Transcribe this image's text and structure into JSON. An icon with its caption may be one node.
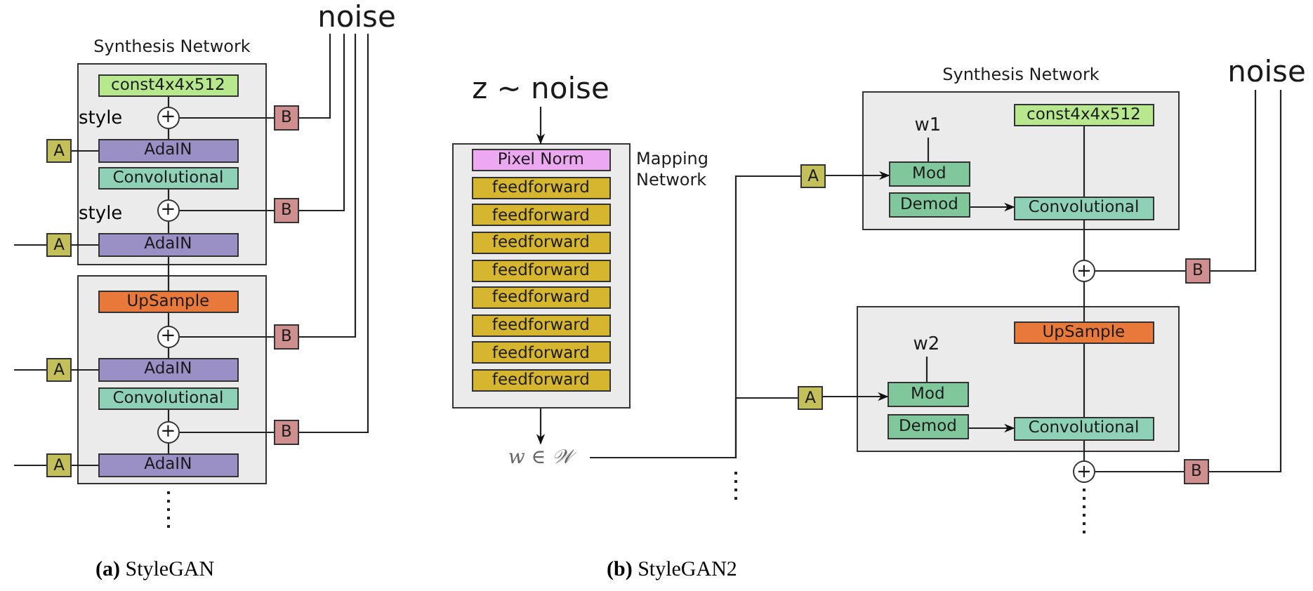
{
  "diagram": {
    "nodes": [
      {
        "text": [
          "noise"
        ]
      },
      {
        "text": [
          "Synthesis Network"
        ]
      },
      {
        "text": [
          "const4x4x512"
        ],
        "in": 1
      },
      {
        "text": [
          "+"
        ],
        "in": 1
      },
      {
        "text": [
          "B"
        ]
      },
      {
        "text": [
          "AdaIN"
        ],
        "in": 1
      },
      {
        "text": [
          "A"
        ]
      },
      {
        "text": [
          "Convolutional"
        ],
        "in": 1
      },
      {
        "text": [
          "+"
        ],
        "in": 1
      },
      {
        "text": [
          "B"
        ]
      },
      {
        "text": [
          "A"
        ]
      },
      {
        "text": [
          "AdaIN"
        ],
        "in": 1
      },
      {
        "text": [],
        "shape": "box"
      },
      {
        "text": [
          "UpSample"
        ],
        "in": 12
      },
      {
        "text": [
          "+"
        ],
        "in": 12
      },
      {
        "text": [
          "B"
        ]
      },
      {
        "text": [
          "A"
        ]
      },
      {
        "text": [
          "AdaIN"
        ],
        "in": 12
      },
      {
        "text": [
          "Convolutional"
        ],
        "in": 12
      },
      {
        "text": [
          "+"
        ],
        "in": 12
      },
      {
        "text": [
          "B"
        ]
      },
      {
        "text": [
          "A"
        ]
      },
      {
        "text": [
          "AdaIN"
        ],
        "in": 12
      },
      {
        "text": [
          "z ~ noise"
        ]
      },
      {
        "text": [
          "Mapping Network"
        ]
      },
      {
        "text": [
          "Pixel Norm"
        ],
        "in": 24
      },
      {
        "text": [
          "feedforward"
        ],
        "in": 24
      },
      {
        "text": [
          "feedforward"
        ],
        "in": 24
      },
      {
        "text": [
          "feedforward"
        ],
        "in": 24
      },
      {
        "text": [
          "feedforward"
        ],
        "in": 24
      },
      {
        "text": [
          "feedforward"
        ],
        "in": 24
      },
      {
        "text": [
          "feedforward"
        ],
        "in": 24
      },
      {
        "text": [
          "feedforward"
        ],
        "in": 24
      },
      {
        "text": [
          "feedforward"
        ],
        "in": 24
      },
      {
        "text": [
          "w ∈ 𝒲"
        ]
      },
      {
        "text": [
          "Synthesis Network"
        ]
      },
      {
        "text": [
          "const4x4x512"
        ],
        "in": 35
      },
      {
        "text": [
          "w1"
        ],
        "in": 35
      },
      {
        "text": [
          "Mod"
        ],
        "in": 35
      },
      {
        "text": [
          "A"
        ]
      },
      {
        "text": [
          "Demod"
        ],
        "in": 35
      },
      {
        "text": [
          "Convolutional"
        ],
        "in": 35
      },
      {
        "text": [
          "noise"
        ]
      },
      {
        "text": [
          "+"
        ]
      },
      {
        "text": [
          "B"
        ]
      },
      {
        "text": [],
        "shape": "box"
      },
      {
        "text": [
          "UpSample"
        ],
        "in": 45
      },
      {
        "text": [
          "w2"
        ],
        "in": 45
      },
      {
        "text": [
          "Mod"
        ],
        "in": 45
      },
      {
        "text": [
          "A"
        ]
      },
      {
        "text": [
          "Demod"
        ],
        "in": 45
      },
      {
        "text": [
          "Convolutional"
        ],
        "in": 45
      },
      {
        "text": [
          "+"
        ]
      },
      {
        "text": [
          "B"
        ]
      }
    ],
    "edges": [
      {
        "from": 0,
        "to": 4,
        "arrow": "none"
      },
      {
        "from": 0,
        "to": 9,
        "arrow": "none"
      },
      {
        "from": 0,
        "to": 15,
        "arrow": "none"
      },
      {
        "from": 0,
        "to": 20,
        "arrow": "none"
      },
      {
        "from": 2,
        "to": 3,
        "arrow": "none"
      },
      {
        "from": 4,
        "to": 3,
        "arrow": "none"
      },
      {
        "from": 3,
        "to": 5,
        "arrow": "none"
      },
      {
        "from": 6,
        "to": 5,
        "arrow": "none"
      },
      {
        "from": 7,
        "to": 8,
        "arrow": "none"
      },
      {
        "from": 9,
        "to": 8,
        "arrow": "none"
      },
      {
        "from": 8,
        "to": 11,
        "arrow": "none"
      },
      {
        "from": null,
        "to": 10,
        "arrow": "none"
      },
      {
        "from": 10,
        "to": 11,
        "arrow": "none"
      },
      {
        "from": 11,
        "to": 13,
        "arrow": "none"
      },
      {
        "from": 13,
        "to": 14,
        "arrow": "none"
      },
      {
        "from": 15,
        "to": 14,
        "arrow": "none"
      },
      {
        "from": 14,
        "to": 17,
        "arrow": "none"
      },
      {
        "from": null,
        "to": 16,
        "arrow": "none"
      },
      {
        "from": 16,
        "to": 17,
        "arrow": "none"
      },
      {
        "from": 18,
        "to": 19,
        "arrow": "none"
      },
      {
        "from": 20,
        "to": 19,
        "arrow": "none"
      },
      {
        "from": 19,
        "to": 22,
        "arrow": "none"
      },
      {
        "from": null,
        "to": 21,
        "arrow": "none"
      },
      {
        "from": 21,
        "to": 22,
        "arrow": "none"
      },
      {
        "from": 23,
        "to": 24,
        "arrow": "to"
      },
      {
        "from": 24,
        "to": 34,
        "arrow": "to"
      },
      {
        "from": 34,
        "to": 39,
        "arrow": "none"
      },
      {
        "from": 34,
        "to": 49,
        "arrow": "none"
      },
      {
        "from": 39,
        "to": 38,
        "arrow": "to"
      },
      {
        "from": 37,
        "to": 38,
        "arrow": "none"
      },
      {
        "from": 40,
        "to": 41,
        "arrow": "to"
      },
      {
        "from": 36,
        "to": 41,
        "arrow": "none"
      },
      {
        "from": 41,
        "to": 43,
        "arrow": "none"
      },
      {
        "from": 42,
        "to": 44,
        "arrow": "none"
      },
      {
        "from": 44,
        "to": 43,
        "arrow": "none"
      },
      {
        "from": 43,
        "to": 46,
        "arrow": "none"
      },
      {
        "from": 46,
        "to": 51,
        "arrow": "none"
      },
      {
        "from": 51,
        "to": 52,
        "arrow": "none"
      },
      {
        "from": 42,
        "to": 53,
        "arrow": "none"
      },
      {
        "from": 53,
        "to": 52,
        "arrow": "none"
      },
      {
        "from": 47,
        "to": 48,
        "arrow": "none"
      },
      {
        "from": 49,
        "to": 48,
        "arrow": "to"
      },
      {
        "from": 50,
        "to": 51,
        "arrow": "to"
      }
    ],
    "labels": [
      "style",
      "style",
      "**(a)** StyleGAN",
      "**(b)** StyleGAN2"
    ]
  }
}
